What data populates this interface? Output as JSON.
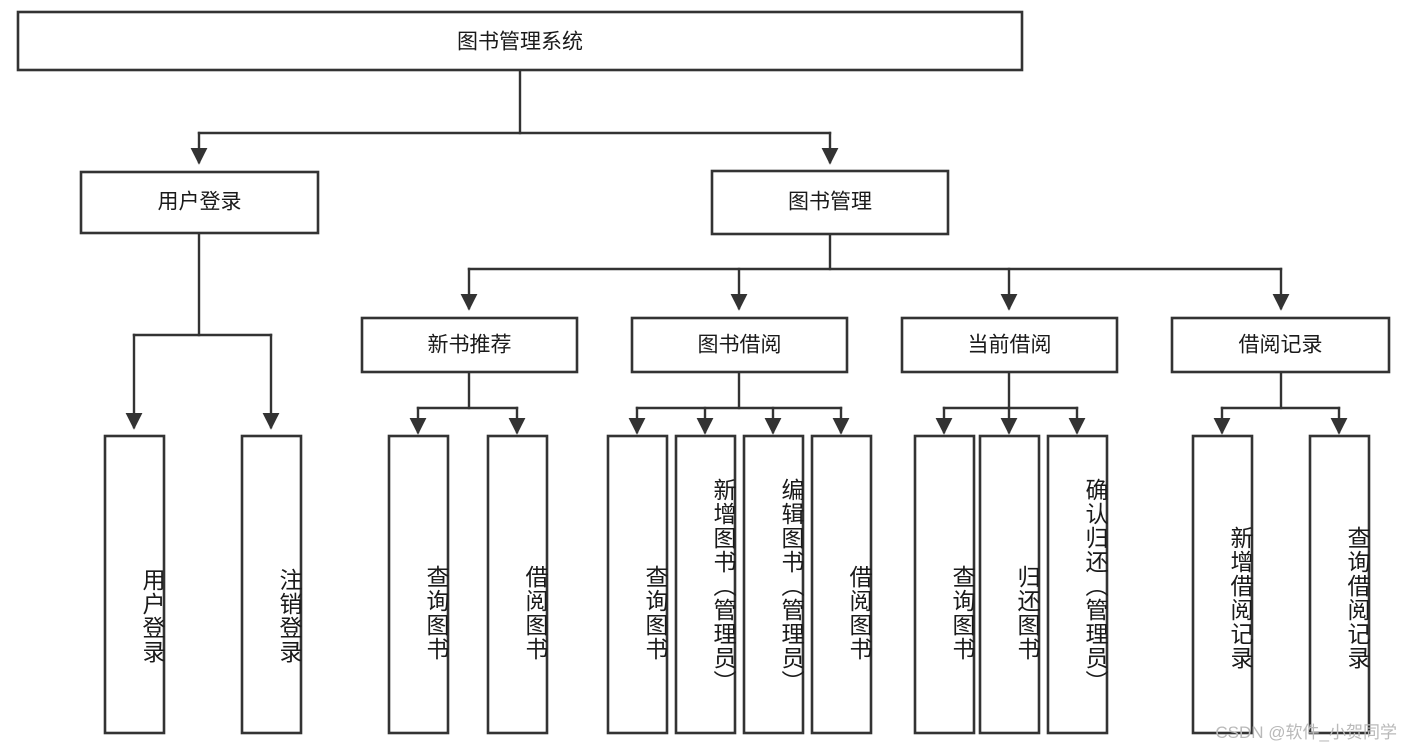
{
  "diagram": {
    "type": "tree",
    "title": "图书管理系统",
    "root": {
      "label": "图书管理系统"
    },
    "level1": [
      {
        "label": "用户登录"
      },
      {
        "label": "图书管理"
      }
    ],
    "level2": [
      {
        "label": "新书推荐"
      },
      {
        "label": "图书借阅"
      },
      {
        "label": "当前借阅"
      },
      {
        "label": "借阅记录"
      }
    ],
    "leaves": {
      "user_login": [
        {
          "label": "用户登录"
        },
        {
          "label": "注销登录"
        }
      ],
      "new_book_recommend": [
        {
          "label": "查询图书"
        },
        {
          "label": "借阅图书"
        }
      ],
      "book_borrow": [
        {
          "label": "查询图书"
        },
        {
          "label": "新增图书（管理员）"
        },
        {
          "label": "编辑图书（管理员）"
        },
        {
          "label": "借阅图书"
        }
      ],
      "current_borrow": [
        {
          "label": "查询图书"
        },
        {
          "label": "归还图书"
        },
        {
          "label": "确认归还（管理员）"
        }
      ],
      "borrow_record": [
        {
          "label": "新增借阅记录"
        },
        {
          "label": "查询借阅记录"
        }
      ]
    },
    "watermark": "CSDN @软件_小贺同学",
    "colors": {
      "stroke": "#333333",
      "fill": "#ffffff",
      "text": "#1a1a1a",
      "watermark": "#b9b9b9"
    }
  }
}
